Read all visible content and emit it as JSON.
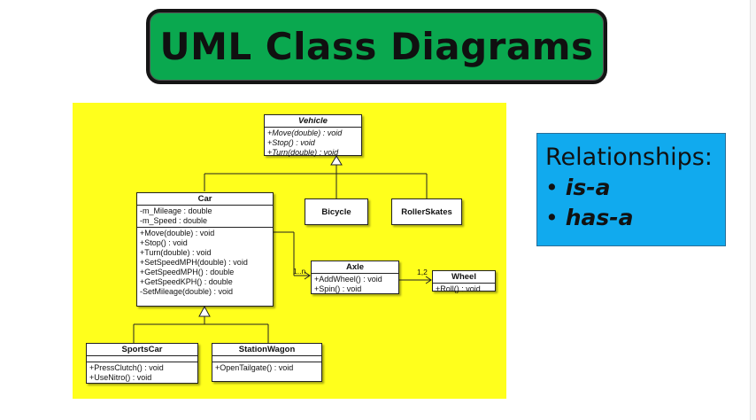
{
  "title": "UML Class Diagrams",
  "diagram": {
    "classes": {
      "vehicle": {
        "name": "Vehicle",
        "methods": [
          "+Move(double) : void",
          "+Stop() : void",
          "+Turn(double) : void"
        ]
      },
      "car": {
        "name": "Car",
        "attributes": [
          "-m_Mileage : double",
          "-m_Speed : double"
        ],
        "methods": [
          "+Move(double) : void",
          "+Stop() : void",
          "+Turn(double) : void",
          "+SetSpeedMPH(double) : void",
          "+GetSpeedMPH() : double",
          "+GetSpeedKPH() : double",
          "-SetMileage(double) : void"
        ]
      },
      "bicycle": {
        "name": "Bicycle"
      },
      "rollerskates": {
        "name": "RollerSkates"
      },
      "axle": {
        "name": "Axle",
        "methods": [
          "+AddWheel() : void",
          "+Spin() : void"
        ]
      },
      "wheel": {
        "name": "Wheel",
        "methods": [
          "+Roll() : void"
        ]
      },
      "sportscar": {
        "name": "SportsCar",
        "methods": [
          "+PressClutch() : void",
          "+UseNitro() : void"
        ]
      },
      "stationwagon": {
        "name": "StationWagon",
        "methods": [
          "+OpenTailgate() : void"
        ]
      }
    },
    "multiplicities": {
      "car_axle": "1..n",
      "axle_wheel": "1,2"
    }
  },
  "relationships": {
    "heading": "Relationships:",
    "items": [
      "is-a",
      "has-a"
    ],
    "bullet": "•"
  },
  "colors": {
    "title_bg": "#0aa84f",
    "diagram_bg": "#ffff1c",
    "relationships_bg": "#11aaee"
  }
}
